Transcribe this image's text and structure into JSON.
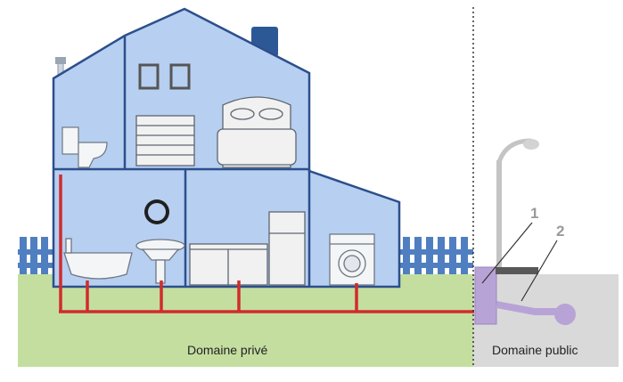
{
  "zones": {
    "private_label": "Domaine privé",
    "public_label": "Domaine public"
  },
  "callouts": [
    "1",
    "2"
  ],
  "colors": {
    "house_fill": "#b7cff0",
    "house_outline": "#2c4f8c",
    "pipe": "#d22b2b",
    "lawn": "#c4dea0",
    "public_ground": "#d9d9d9",
    "connection_box": "#b8a3d6",
    "fence": "#4f7fc0"
  },
  "icons": [
    "toilet-icon",
    "picture-frame-icon",
    "dresser-icon",
    "bed-icon",
    "mirror-icon",
    "bathtub-icon",
    "washbasin-icon",
    "kitchen-counter-icon",
    "refrigerator-icon",
    "washing-machine-icon",
    "street-lamp-icon"
  ]
}
